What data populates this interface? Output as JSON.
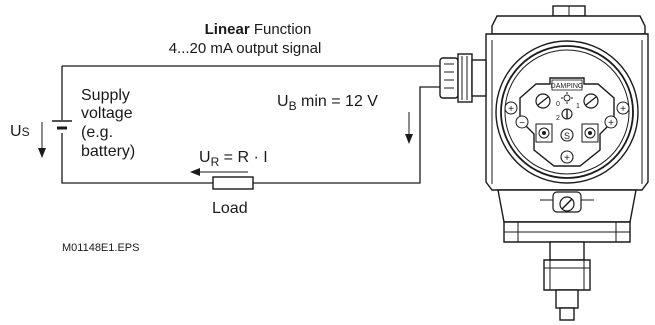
{
  "title": {
    "bold": "Linear",
    "rest": " Function",
    "line2": "4...20 mA output signal"
  },
  "supply": {
    "symbol_main": "U",
    "symbol_sub": "S",
    "lines": [
      "Supply",
      "voltage",
      "(e.g.",
      "battery)"
    ]
  },
  "ub": {
    "main": "U",
    "sub": "B",
    "rest": " min = 12 V"
  },
  "ur": {
    "main": "U",
    "sub": "R",
    "rest": " = R · I"
  },
  "load_label": "Load",
  "file_ref": "M01148E1.EPS",
  "device": {
    "damping_label": "DAMPING",
    "switch_left_top": "0",
    "switch_left_bottom": "2",
    "switch_right": "1",
    "center_symbol": "S",
    "plus": "+",
    "minus": "−"
  }
}
